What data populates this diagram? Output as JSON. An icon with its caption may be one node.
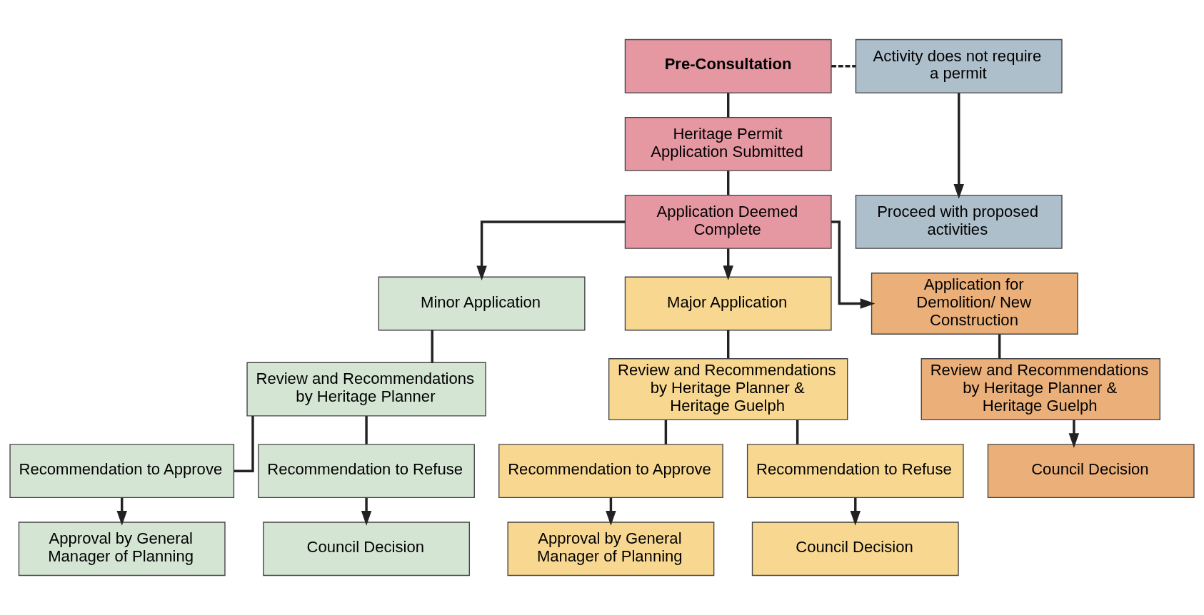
{
  "diagram": {
    "nodes": [
      {
        "text": [
          "Pre-Consultation"
        ]
      },
      {
        "text": [
          "Activity does not require a permit"
        ]
      },
      {
        "text": [
          "Heritage Permit Application Submitted"
        ]
      },
      {
        "text": [
          "Application Deemed Complete"
        ]
      },
      {
        "text": [
          "Proceed with proposed activities"
        ]
      },
      {
        "text": [
          "Minor Application"
        ]
      },
      {
        "text": [
          "Major Application"
        ]
      },
      {
        "text": [
          "Application for Demolition/ New Construction"
        ]
      },
      {
        "text": [
          "Review and Recommendations by Heritage Planner"
        ]
      },
      {
        "text": [
          "Review and Recommendations by Heritage Planner & Heritage Guelph"
        ]
      },
      {
        "text": [
          "Review and Recommendations by Heritage Planner & Heritage Guelph"
        ]
      },
      {
        "text": [
          "Recommendation to Approve"
        ]
      },
      {
        "text": [
          "Recommendation to Refuse"
        ]
      },
      {
        "text": [
          "Recommendation to Approve"
        ]
      },
      {
        "text": [
          "Recommendation to Refuse"
        ]
      },
      {
        "text": [
          "Approval by General Manager of Planning"
        ]
      },
      {
        "text": [
          "Council Decision"
        ]
      },
      {
        "text": [
          "Approval by General Manager of Planning"
        ]
      },
      {
        "text": [
          "Council Decision"
        ]
      },
      {
        "text": [
          "Council Decision"
        ]
      }
    ],
    "edges": [
      {
        "from": 0,
        "to": 1,
        "arrow": "none",
        "style": "dashed"
      },
      {
        "from": 0,
        "to": 2,
        "arrow": "none"
      },
      {
        "from": 1,
        "to": 4,
        "arrow": "to"
      },
      {
        "from": 2,
        "to": 3,
        "arrow": "none"
      },
      {
        "from": 3,
        "to": 5,
        "arrow": "to"
      },
      {
        "from": 3,
        "to": 6,
        "arrow": "to"
      },
      {
        "from": 3,
        "to": 7,
        "arrow": "to"
      },
      {
        "from": 5,
        "to": 8,
        "arrow": "none"
      },
      {
        "from": 6,
        "to": 9,
        "arrow": "none"
      },
      {
        "from": 7,
        "to": 10,
        "arrow": "none"
      },
      {
        "from": 8,
        "to": 11,
        "arrow": "none"
      },
      {
        "from": 8,
        "to": 12,
        "arrow": "none"
      },
      {
        "from": 9,
        "to": 13,
        "arrow": "none"
      },
      {
        "from": 9,
        "to": 14,
        "arrow": "none"
      },
      {
        "from": 10,
        "to": 19,
        "arrow": "to"
      },
      {
        "from": 11,
        "to": 15,
        "arrow": "to"
      },
      {
        "from": 12,
        "to": 16,
        "arrow": "to"
      },
      {
        "from": 13,
        "to": 17,
        "arrow": "to"
      },
      {
        "from": 14,
        "to": 18,
        "arrow": "to"
      }
    ]
  }
}
